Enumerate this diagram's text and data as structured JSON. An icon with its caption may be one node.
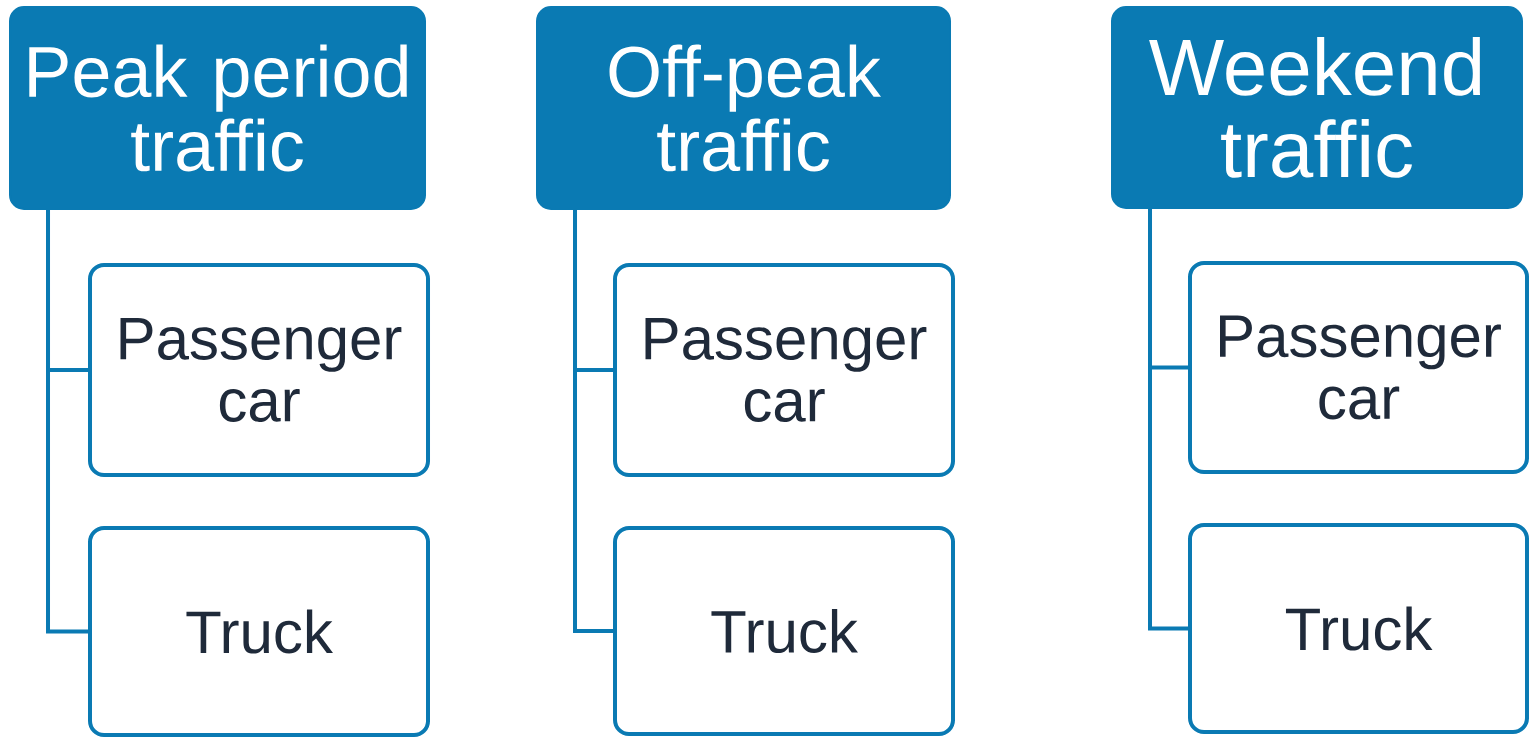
{
  "diagram": {
    "nodes": [
      {
        "text": [
          "Peak period traffic"
        ]
      },
      {
        "text": [
          "Passenger car"
        ]
      },
      {
        "text": [
          "Truck"
        ]
      },
      {
        "text": [
          "Off-peak traffic"
        ]
      },
      {
        "text": [
          "Passenger car"
        ]
      },
      {
        "text": [
          "Truck"
        ]
      },
      {
        "text": [
          "Weekend traffic"
        ]
      },
      {
        "text": [
          "Passenger car"
        ]
      },
      {
        "text": [
          "Truck"
        ]
      }
    ],
    "edges": [
      {
        "from": 0,
        "to": 1,
        "arrow": "none"
      },
      {
        "from": 0,
        "to": 2,
        "arrow": "none"
      },
      {
        "from": 3,
        "to": 4,
        "arrow": "none"
      },
      {
        "from": 3,
        "to": 5,
        "arrow": "none"
      },
      {
        "from": 6,
        "to": 7,
        "arrow": "none"
      },
      {
        "from": 6,
        "to": 8,
        "arrow": "none"
      }
    ]
  }
}
